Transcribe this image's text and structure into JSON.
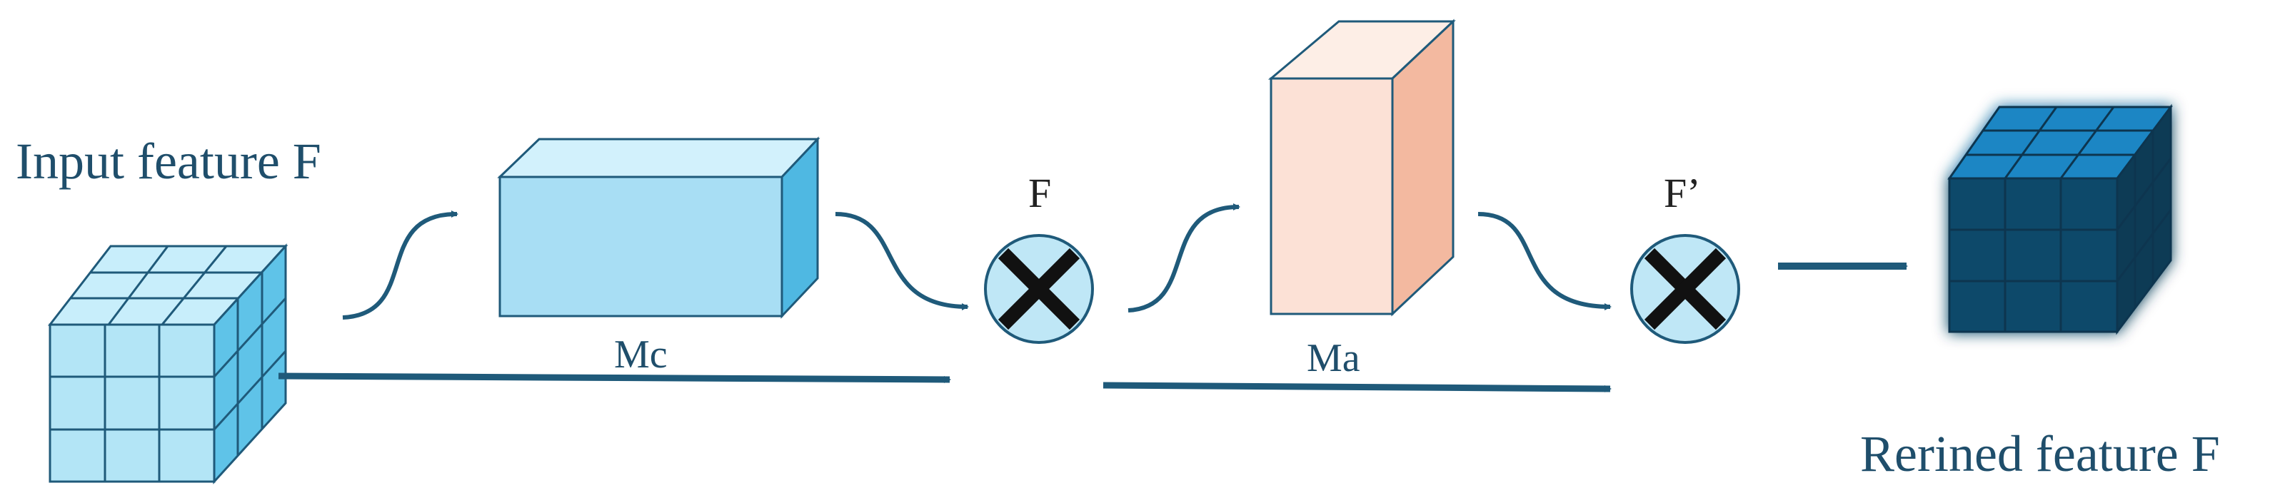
{
  "diagram": {
    "input_label": "Input feature F",
    "output_label": "Rerined feature F",
    "mc_label": "Mc",
    "ma_label": "Ma",
    "f_label": "F",
    "f_prime_label": "F’",
    "operator_icon": "multiply-icon"
  },
  "colors": {
    "arrow": "#1f5a7a",
    "light_cube": "#b8e8f8",
    "mc_block": "#a8def4",
    "ma_block": "#fce1d6",
    "ma_side": "#f3b9a0",
    "dark_cube": "#0e4a6a",
    "operator_fill": "#bfe7f6"
  }
}
